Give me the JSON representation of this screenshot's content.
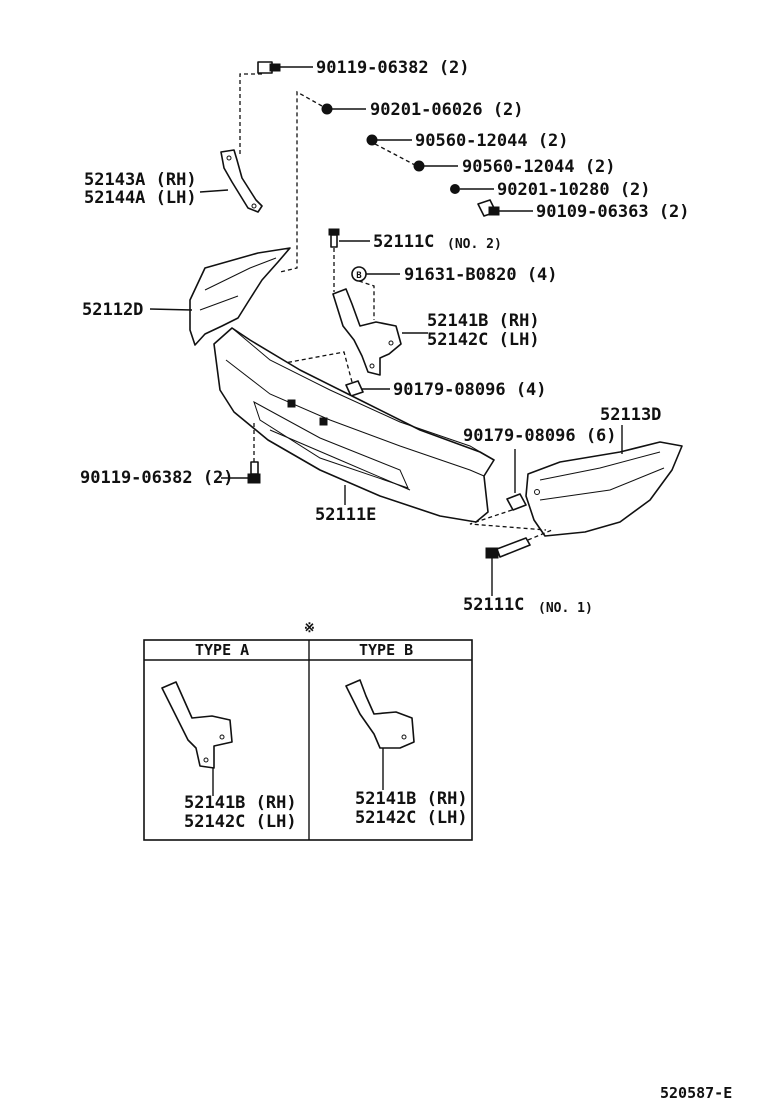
{
  "labels": {
    "bolt_top": "90119-06382 (2)",
    "clip_1": "90201-06026 (2)",
    "nut_1": "90560-12044 (2)",
    "nut_2": "90560-12044 (2)",
    "washer": "90201-10280 (2)",
    "screw": "90109-06363 (2)",
    "bracket_rh": "52143A (RH)",
    "bracket_lh": "52144A (LH)",
    "bolt_no2": "52111C",
    "bolt_no2_suffix": "(NO. 2)",
    "clip_b": "91631-B0820 (4)",
    "reinf_rh": "52141B (RH)",
    "reinf_lh": "52142C (LH)",
    "left_end": "52112D",
    "nut_4": "90179-08096 (4)",
    "right_end": "52113D",
    "nut_6": "90179-08096 (6)",
    "bolt_bottom": "90119-06382 (2)",
    "bumper_cover": "52111E",
    "bolt_no1": "52111C",
    "bolt_no1_suffix": "(NO. 1)",
    "ref_mark": "※",
    "circle_b": "B",
    "diagram_code": "520587-E"
  },
  "detail_table": {
    "type_a_title": "TYPE  A",
    "type_b_title": "TYPE  B",
    "type_a_rh": "52141B (RH)",
    "type_a_lh": "52142C (LH)",
    "type_b_rh": "52141B (RH)",
    "type_b_lh": "52142C (LH)"
  }
}
